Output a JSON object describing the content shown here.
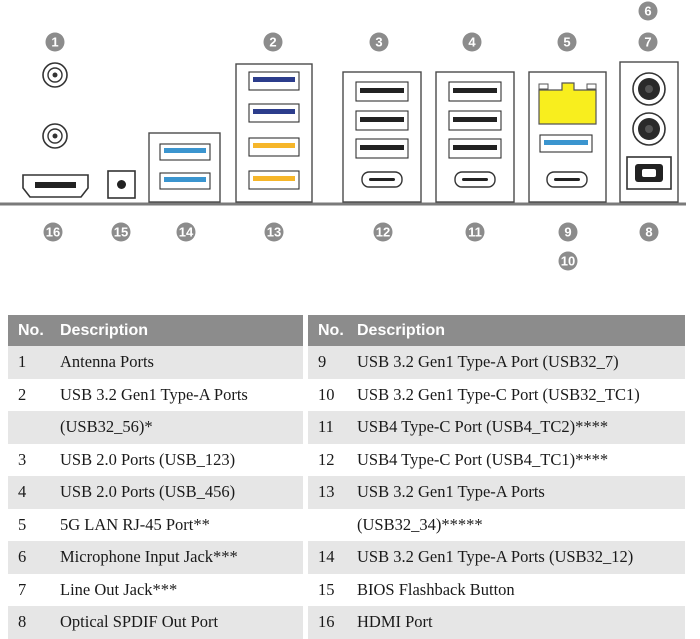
{
  "callouts": {
    "1": "1",
    "2": "2",
    "3": "3",
    "4": "4",
    "5": "5",
    "6": "6",
    "7": "7",
    "8": "8",
    "9": "9",
    "10": "10",
    "11": "11",
    "12": "12",
    "13": "13",
    "14": "14",
    "15": "15",
    "16": "16"
  },
  "colors": {
    "usb_blue": "#3b95cf",
    "usb_navy": "#2c3d8c",
    "usb_yellow": "#f6b62a",
    "lan_yellow": "#f8ee1e",
    "badge_gray": "#8c8c8c",
    "baseline": "#7a7a7a"
  },
  "table": {
    "headers": {
      "no": "No.",
      "desc": "Description"
    },
    "rows": [
      {
        "shade": true,
        "no_l": "1",
        "desc_l": "Antenna Ports",
        "no_r": "9",
        "desc_r": "USB 3.2 Gen1 Type-A Port (USB32_7)"
      },
      {
        "shade": false,
        "no_l": "2",
        "desc_l": "USB 3.2 Gen1 Type-A Ports",
        "no_r": "10",
        "desc_r": "USB 3.2 Gen1 Type-C Port (USB32_TC1)"
      },
      {
        "shade": true,
        "no_l": "",
        "desc_l": "(USB32_56)*",
        "no_r": "11",
        "desc_r": "USB4 Type-C Port (USB4_TC2)****"
      },
      {
        "shade": false,
        "no_l": "3",
        "desc_l": "USB 2.0 Ports (USB_123)",
        "no_r": "12",
        "desc_r": "USB4 Type-C Port (USB4_TC1)****"
      },
      {
        "shade": true,
        "no_l": "4",
        "desc_l": "USB 2.0 Ports (USB_456)",
        "no_r": "13",
        "desc_r": "USB 3.2 Gen1 Type-A Ports"
      },
      {
        "shade": false,
        "no_l": "5",
        "desc_l": "5G LAN RJ-45 Port**",
        "no_r": "",
        "desc_r": "(USB32_34)*****"
      },
      {
        "shade": true,
        "no_l": "6",
        "desc_l": "Microphone Input Jack***",
        "no_r": "14",
        "desc_r": "USB 3.2 Gen1 Type-A Ports (USB32_12)"
      },
      {
        "shade": false,
        "no_l": "7",
        "desc_l": "Line Out Jack***",
        "no_r": "15",
        "desc_r": "BIOS Flashback Button"
      },
      {
        "shade": true,
        "no_l": "8",
        "desc_l": "Optical SPDIF Out Port",
        "no_r": "16",
        "desc_r": "HDMI Port"
      }
    ]
  }
}
